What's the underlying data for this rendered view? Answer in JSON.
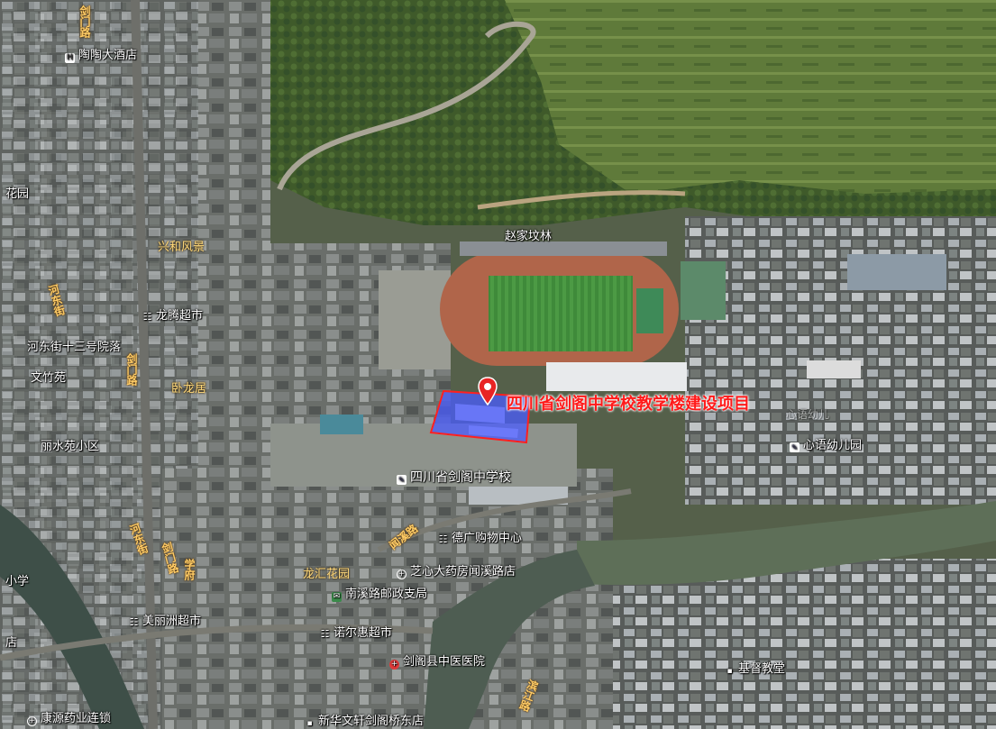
{
  "map": {
    "project_label": "四川省剑阁中学校教学楼建设项目",
    "colors": {
      "project_label": "#ff1a1a",
      "project_area_fill": "#4a5cff",
      "project_area_stroke": "#ff2020",
      "marker": "#e82424",
      "road_label": "#ffcc66"
    },
    "pois": [
      {
        "id": "taotao-hotel",
        "icon": "hotel-icon",
        "text": "陶陶大酒店"
      },
      {
        "id": "zhaojia-fenlin",
        "icon": "",
        "text": "赵家坟林"
      },
      {
        "id": "xinghe-fengjing",
        "icon": "",
        "text": "兴和风景"
      },
      {
        "id": "longteng-market",
        "icon": "shop-icon",
        "text": "龙腾超市"
      },
      {
        "id": "hedong-13",
        "icon": "",
        "text": "河东街十三号院落"
      },
      {
        "id": "wenzhuyuan",
        "icon": "",
        "text": "文竹苑"
      },
      {
        "id": "wolongju",
        "icon": "",
        "text": "卧龙居"
      },
      {
        "id": "lishuiyuan",
        "icon": "",
        "text": "丽水苑小区"
      },
      {
        "id": "xinyu-kinder",
        "icon": "school-icon",
        "text": "心语幼儿园"
      },
      {
        "id": "jiange-school",
        "icon": "school-icon",
        "text": "四川省剑阁中学校"
      },
      {
        "id": "deguang-mall",
        "icon": "shop-icon",
        "text": "德广购物中心"
      },
      {
        "id": "longhui-garden",
        "icon": "",
        "text": "龙汇花园"
      },
      {
        "id": "zhixin-pharmacy",
        "icon": "pharmacy-icon",
        "text": "芝心大药房闻溪路店"
      },
      {
        "id": "nanxi-post",
        "icon": "post-office-icon",
        "text": "南溪路邮政支局"
      },
      {
        "id": "meilizhou-market",
        "icon": "shop-icon",
        "text": "美丽洲超市"
      },
      {
        "id": "nuoerhui-market",
        "icon": "shop-icon",
        "text": "诺尔惠超市"
      },
      {
        "id": "tcm-hospital",
        "icon": "hospital-icon",
        "text": "剑阁县中医医院"
      },
      {
        "id": "church",
        "icon": "dot-icon",
        "text": "基督教堂"
      },
      {
        "id": "kangyuan-pharm",
        "icon": "pharmacy-icon",
        "text": "康源药业连锁"
      },
      {
        "id": "xinhua-bookstore",
        "icon": "dot-icon",
        "text": "新华文轩剑阁桥东店"
      },
      {
        "id": "xiao-school-edge",
        "icon": "",
        "text": "小学"
      },
      {
        "id": "huayuan-edge",
        "icon": "",
        "text": "花园"
      },
      {
        "id": "dian-edge",
        "icon": "",
        "text": "店"
      },
      {
        "id": "xinyu-faint",
        "icon": "",
        "text": "心语幼儿"
      }
    ],
    "roads": [
      {
        "id": "jianmen-top",
        "text": "剑门路"
      },
      {
        "id": "hedong-left",
        "text": "河东街"
      },
      {
        "id": "jianmen-mid",
        "text": "剑门路"
      },
      {
        "id": "wenxi",
        "text": "闻溪路"
      },
      {
        "id": "hedong-bottom",
        "text": "河东街"
      },
      {
        "id": "jianmen-bottom",
        "text": "剑门路"
      },
      {
        "id": "xuefu",
        "text": "学府"
      },
      {
        "id": "binjiang",
        "text": "滨江路"
      }
    ]
  }
}
